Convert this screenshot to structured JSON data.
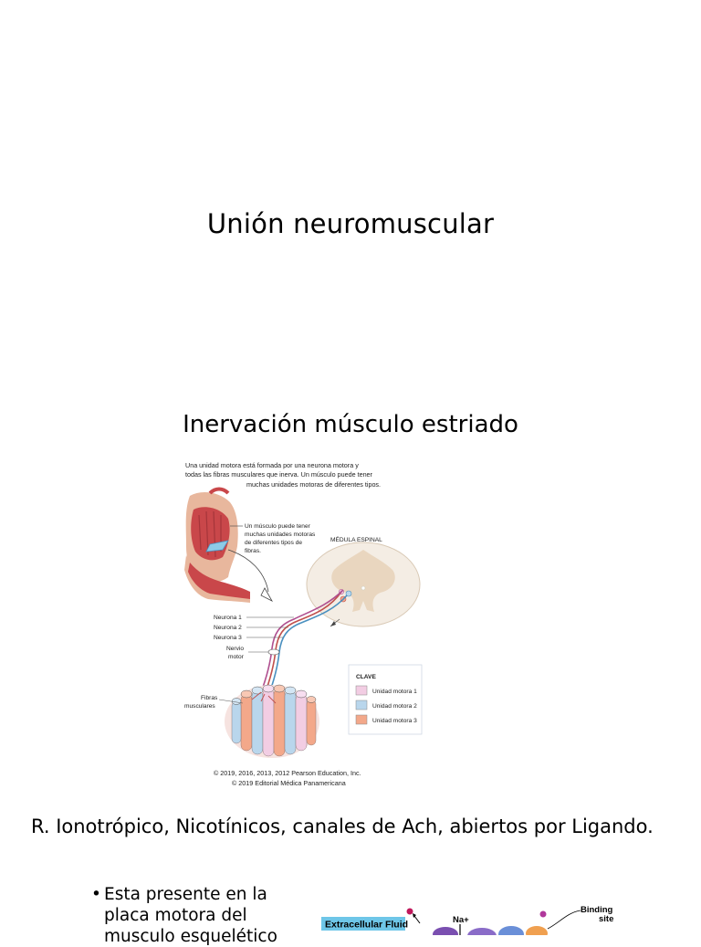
{
  "slide1": {
    "title": "Unión neuromuscular"
  },
  "slide2": {
    "title": "Inervación músculo estriado",
    "figure": {
      "caption": [
        "Una unidad motora está formada por una neurona motora y",
        "todas las fibras musculares que inerva. Un músculo puede tener",
        "muchas unidades motoras de diferentes tipos."
      ],
      "muscle_note": [
        "Un músculo puede tener",
        "muchas unidades motoras",
        "de diferentes tipos de",
        "fibras."
      ],
      "spinal_label": "MÉDULA ESPINAL",
      "neuron_labels": [
        "Neurona 1",
        "Neurona 2",
        "Neurona 3"
      ],
      "nerve_label": [
        "Nervio",
        "motor"
      ],
      "fibers_label": [
        "Fibras",
        "musculares"
      ],
      "key": {
        "title": "CLAVE",
        "items": [
          {
            "label": "Unidad motora 1",
            "color": "#f2cde3"
          },
          {
            "label": "Unidad motora 2",
            "color": "#b9d6ec"
          },
          {
            "label": "Unidad motora 3",
            "color": "#f3a88a"
          }
        ]
      },
      "copyright": [
        "© 2019, 2016, 2013, 2012 Pearson Education, Inc.",
        "© 2019 Editorial Médica Panamericana"
      ]
    }
  },
  "slide3": {
    "heading": "R. Ionotrópico, Nicotínicos, canales de Ach, abiertos por Ligando.",
    "bullet": "Esta presente en la placa motora del musculo esquelético",
    "diagram": {
      "extracellular_label": "Extracellular Fluid",
      "ion_label": "Na+",
      "binding_label": [
        "Binding",
        "site"
      ]
    }
  }
}
